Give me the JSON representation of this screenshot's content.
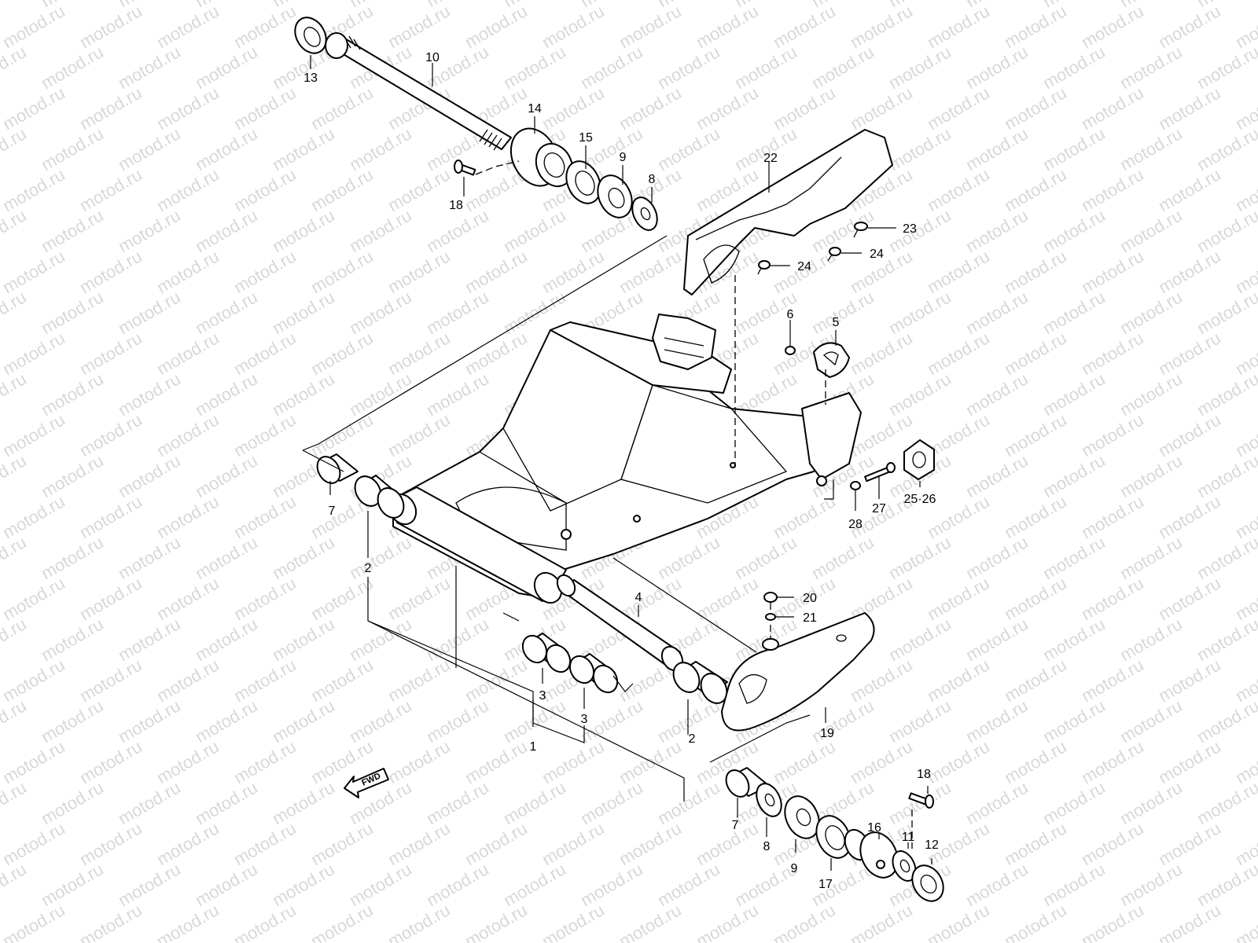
{
  "watermark": "motod.ru",
  "fwd_label": "FWD",
  "callouts": [
    {
      "id": "c1",
      "label": "1"
    },
    {
      "id": "c2a",
      "label": "2"
    },
    {
      "id": "c2b",
      "label": "2"
    },
    {
      "id": "c3a",
      "label": "3"
    },
    {
      "id": "c3b",
      "label": "3"
    },
    {
      "id": "c4",
      "label": "4"
    },
    {
      "id": "c5",
      "label": "5"
    },
    {
      "id": "c6",
      "label": "6"
    },
    {
      "id": "c7a",
      "label": "7"
    },
    {
      "id": "c7b",
      "label": "7"
    },
    {
      "id": "c8a",
      "label": "8"
    },
    {
      "id": "c8b",
      "label": "8"
    },
    {
      "id": "c9a",
      "label": "9"
    },
    {
      "id": "c9b",
      "label": "9"
    },
    {
      "id": "c10",
      "label": "10"
    },
    {
      "id": "c11",
      "label": "11"
    },
    {
      "id": "c12",
      "label": "12"
    },
    {
      "id": "c13",
      "label": "13"
    },
    {
      "id": "c14",
      "label": "14"
    },
    {
      "id": "c15",
      "label": "15"
    },
    {
      "id": "c16",
      "label": "16"
    },
    {
      "id": "c17",
      "label": "17"
    },
    {
      "id": "c18a",
      "label": "18"
    },
    {
      "id": "c18b",
      "label": "18"
    },
    {
      "id": "c19",
      "label": "19"
    },
    {
      "id": "c20",
      "label": "20"
    },
    {
      "id": "c21",
      "label": "21"
    },
    {
      "id": "c22",
      "label": "22"
    },
    {
      "id": "c23",
      "label": "23"
    },
    {
      "id": "c24a",
      "label": "24"
    },
    {
      "id": "c24b",
      "label": "24"
    },
    {
      "id": "c2526",
      "label": "25·26"
    },
    {
      "id": "c27",
      "label": "27"
    },
    {
      "id": "c28",
      "label": "28"
    }
  ]
}
